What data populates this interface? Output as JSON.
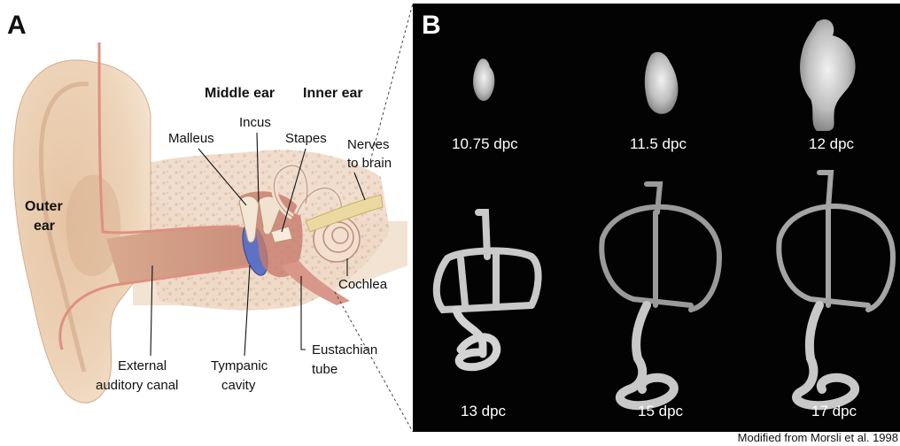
{
  "panel_a": {
    "letter": "A",
    "labels": {
      "outer_ear_1": "Outer",
      "outer_ear_2": "ear",
      "middle_ear": "Middle ear",
      "inner_ear": "Inner ear",
      "malleus": "Malleus",
      "incus": "Incus",
      "stapes": "Stapes",
      "nerves_1": "Nerves",
      "nerves_2": "to brain",
      "cochlea": "Cochlea",
      "external_1": "External",
      "external_2": "auditory canal",
      "tympanic_1": "Tympanic",
      "tympanic_2": "cavity",
      "eustachian_1": "Eustachian",
      "eustachian_2": "tube"
    }
  },
  "panel_b": {
    "letter": "B",
    "stages": [
      "10.75 dpc",
      "11.5 dpc",
      "12 dpc",
      "13 dpc",
      "15 dpc",
      "17 dpc"
    ]
  },
  "credit": "Modified from Morsli et al. 1998"
}
